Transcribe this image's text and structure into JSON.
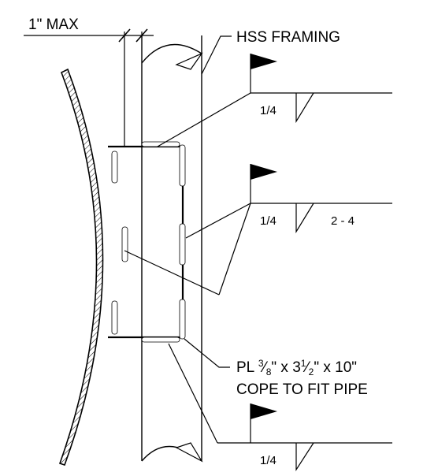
{
  "detail": {
    "dimension": {
      "label": "1\" MAX"
    },
    "callouts": {
      "framing": "HSS FRAMING",
      "plate_line1_prefix": "PL ",
      "plate_frac1_num": "3",
      "plate_frac1_den": "8",
      "plate_line1_mid": "\" x 3",
      "plate_frac2_num": "1",
      "plate_frac2_den": "2",
      "plate_line1_suffix": "\" x 10\"",
      "plate_line2": "COPE TO FIT PIPE"
    },
    "welds": [
      {
        "size": "1/4",
        "length_pitch": ""
      },
      {
        "size": "1/4",
        "length_pitch": "2 - 4"
      },
      {
        "size": "1/4",
        "length_pitch": ""
      }
    ]
  }
}
